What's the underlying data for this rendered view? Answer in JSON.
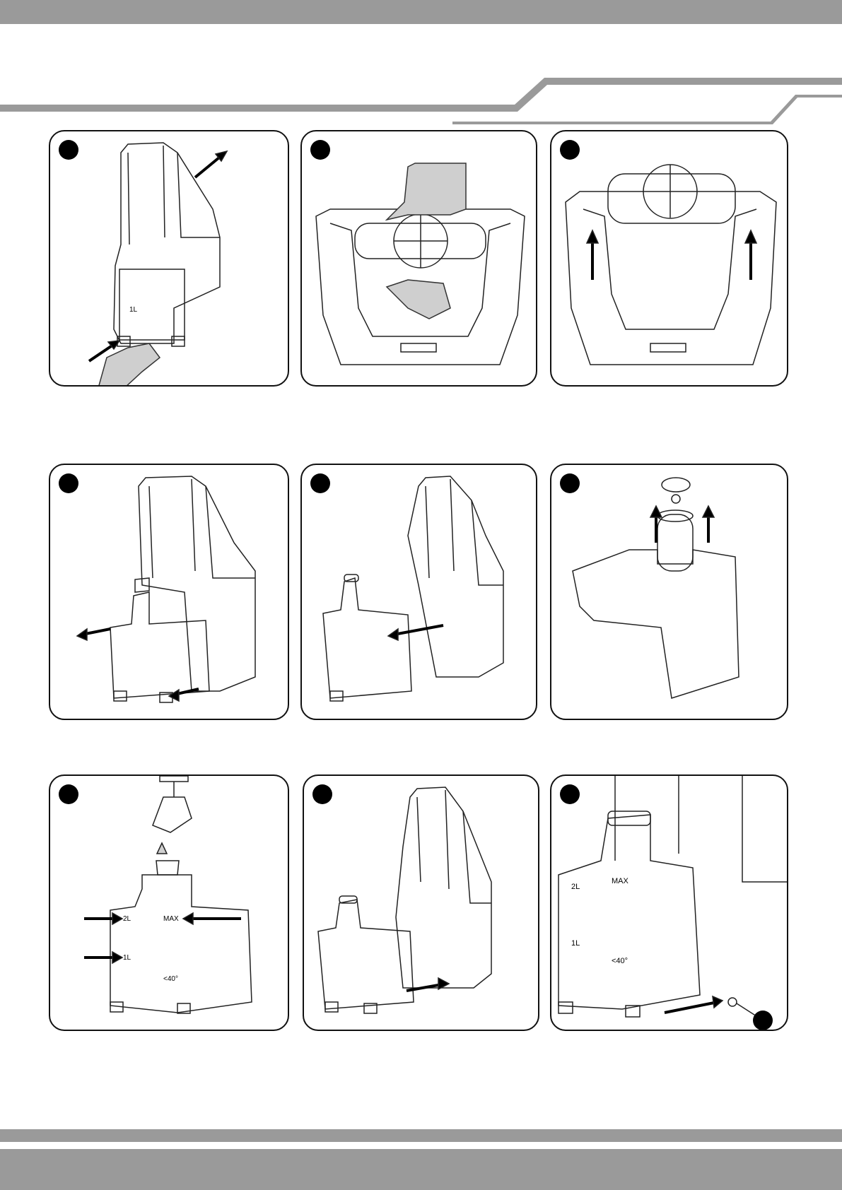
{
  "document": {
    "top_band_color": "#9a9a9a",
    "bottom_band_color": "#9a9a9a",
    "panel_border_color": "#111111"
  },
  "tank_labels": {
    "level_2l": "2L",
    "level_1l": "1L",
    "max": "MAX",
    "temp": "<40°"
  },
  "panels": [
    {
      "id": 1,
      "illustration": "unit-side-view-with-hand-and-arrows"
    },
    {
      "id": 2,
      "illustration": "base-top-view-with-hand"
    },
    {
      "id": 3,
      "illustration": "base-top-view-with-up-arrows"
    },
    {
      "id": 4,
      "illustration": "water-tank-removal-left"
    },
    {
      "id": 5,
      "illustration": "water-tank-slide-out"
    },
    {
      "id": 6,
      "illustration": "tank-cap-lift-off"
    },
    {
      "id": 7,
      "illustration": "tank-filling-under-tap"
    },
    {
      "id": 8,
      "illustration": "tank-reinsert"
    },
    {
      "id": 9,
      "illustration": "tank-installed-closeup"
    }
  ]
}
